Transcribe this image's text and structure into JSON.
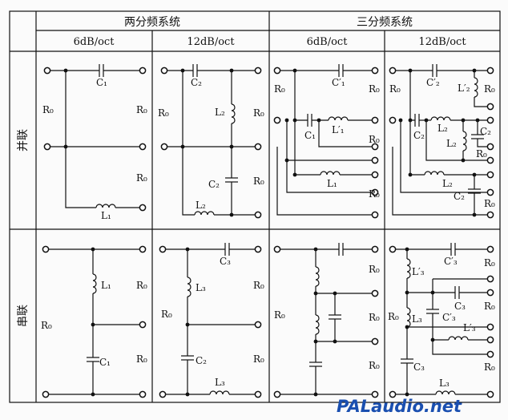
{
  "header": {
    "two_way": "两分频系统",
    "three_way": "三分频系统",
    "slope_6db": "6dB/oct",
    "slope_12db": "12dB/oct"
  },
  "rows": {
    "parallel": "并联",
    "series": "串联"
  },
  "labels": {
    "r0": "R₀",
    "c1": "C₁",
    "c1p": "C′₁",
    "c2": "C₂",
    "c2p": "C′₂",
    "c3": "C₃",
    "c3p": "C′₃",
    "l1": "L₁",
    "l1p": "L′₁",
    "l2": "L₂",
    "l2p": "L′₂",
    "l3": "L₃",
    "l3p": "L′₃"
  },
  "watermark": "PALaudio.net"
}
